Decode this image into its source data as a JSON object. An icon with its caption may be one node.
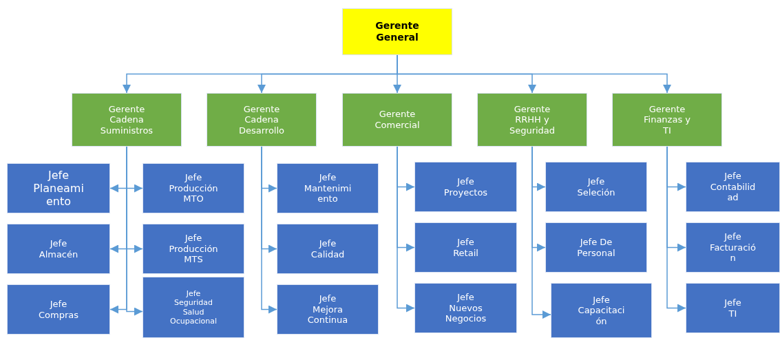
{
  "diagram": {
    "nodes": [
      {
        "text": [
          "Gerente General"
        ]
      },
      {
        "text": [
          "Gerente Cadena Suministros"
        ]
      },
      {
        "text": [
          "Gerente Cadena Desarrollo"
        ]
      },
      {
        "text": [
          "Gerente Comercial"
        ]
      },
      {
        "text": [
          "Gerente RRHH y Seguridad"
        ]
      },
      {
        "text": [
          "Gerente Finanzas y TI"
        ]
      },
      {
        "text": [
          "Jefe Planeami ento"
        ]
      },
      {
        "text": [
          "Jefe Producción MTO"
        ]
      },
      {
        "text": [
          "Jefe Almacén"
        ]
      },
      {
        "text": [
          "Jefe Producción MTS"
        ]
      },
      {
        "text": [
          "Jefe Compras"
        ]
      },
      {
        "text": [
          "Jefe Seguridad Salud Ocupacional"
        ]
      },
      {
        "text": [
          "Jefe Mantenimi ento"
        ]
      },
      {
        "text": [
          "Jefe Calidad"
        ]
      },
      {
        "text": [
          "Jefe Mejora Continua"
        ]
      },
      {
        "text": [
          "Jefe Proyectos"
        ]
      },
      {
        "text": [
          "Jefe Retail"
        ]
      },
      {
        "text": [
          "Jefe Nuevos Negocios"
        ]
      },
      {
        "text": [
          "Jefe Seleción"
        ]
      },
      {
        "text": [
          "Jefe De Personal"
        ]
      },
      {
        "text": [
          "Jefe Capacitaci ón"
        ]
      },
      {
        "text": [
          "Jefe Contabilid ad"
        ]
      },
      {
        "text": [
          "Jefe Facturació n"
        ]
      },
      {
        "text": [
          "Jefe TI"
        ]
      }
    ],
    "edges": [
      {
        "from": 0,
        "to": 1,
        "arrow": "to"
      },
      {
        "from": 0,
        "to": 2,
        "arrow": "to"
      },
      {
        "from": 0,
        "to": 3,
        "arrow": "to"
      },
      {
        "from": 0,
        "to": 4,
        "arrow": "to"
      },
      {
        "from": 0,
        "to": 5,
        "arrow": "to"
      },
      {
        "from": 1,
        "to": 6,
        "arrow": "to"
      },
      {
        "from": 1,
        "to": 7,
        "arrow": "to"
      },
      {
        "from": 1,
        "to": 8,
        "arrow": "to"
      },
      {
        "from": 1,
        "to": 9,
        "arrow": "to"
      },
      {
        "from": 1,
        "to": 10,
        "arrow": "to"
      },
      {
        "from": 1,
        "to": 11,
        "arrow": "to"
      },
      {
        "from": 2,
        "to": 12,
        "arrow": "to"
      },
      {
        "from": 2,
        "to": 13,
        "arrow": "to"
      },
      {
        "from": 2,
        "to": 14,
        "arrow": "to"
      },
      {
        "from": 3,
        "to": 15,
        "arrow": "to"
      },
      {
        "from": 3,
        "to": 16,
        "arrow": "to"
      },
      {
        "from": 3,
        "to": 17,
        "arrow": "to"
      },
      {
        "from": 4,
        "to": 18,
        "arrow": "to"
      },
      {
        "from": 4,
        "to": 19,
        "arrow": "to"
      },
      {
        "from": 4,
        "to": 20,
        "arrow": "to"
      },
      {
        "from": 5,
        "to": 21,
        "arrow": "to"
      },
      {
        "from": 5,
        "to": 22,
        "arrow": "to"
      },
      {
        "from": 5,
        "to": 23,
        "arrow": "to"
      }
    ]
  }
}
